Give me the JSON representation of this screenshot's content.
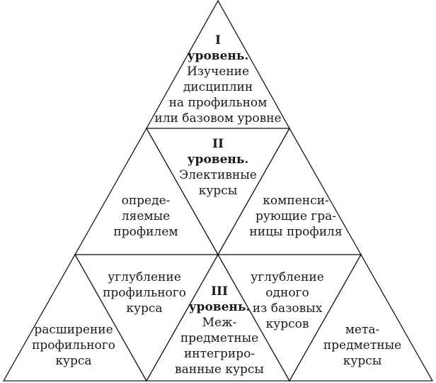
{
  "pyramid": {
    "level1": {
      "heading": [
        "I",
        "уровень."
      ],
      "text": [
        "Изучение",
        "дисциплин",
        "на профильном",
        "или базовом уровне"
      ]
    },
    "level2": {
      "heading": [
        "II",
        "уровень."
      ],
      "text": [
        "Элективные",
        "курсы"
      ],
      "left": [
        "опреде-",
        "ляемые",
        "профилем"
      ],
      "right": [
        "компенси-",
        "рующие гра-",
        "ницы профиля"
      ]
    },
    "level3": {
      "heading": [
        "III",
        "уровень."
      ],
      "text": [
        "Меж-",
        "предметные",
        "интегриро-",
        "ванные курсы"
      ],
      "left_outer": [
        "расширение",
        "профильного",
        "курса"
      ],
      "left_inner": [
        "углубление",
        "профильного",
        "курса"
      ],
      "right_inner": [
        "углубление",
        "одного",
        "из базовых",
        "курсов"
      ],
      "right_outer": [
        "мета-",
        "предметные",
        "курсы"
      ]
    }
  }
}
